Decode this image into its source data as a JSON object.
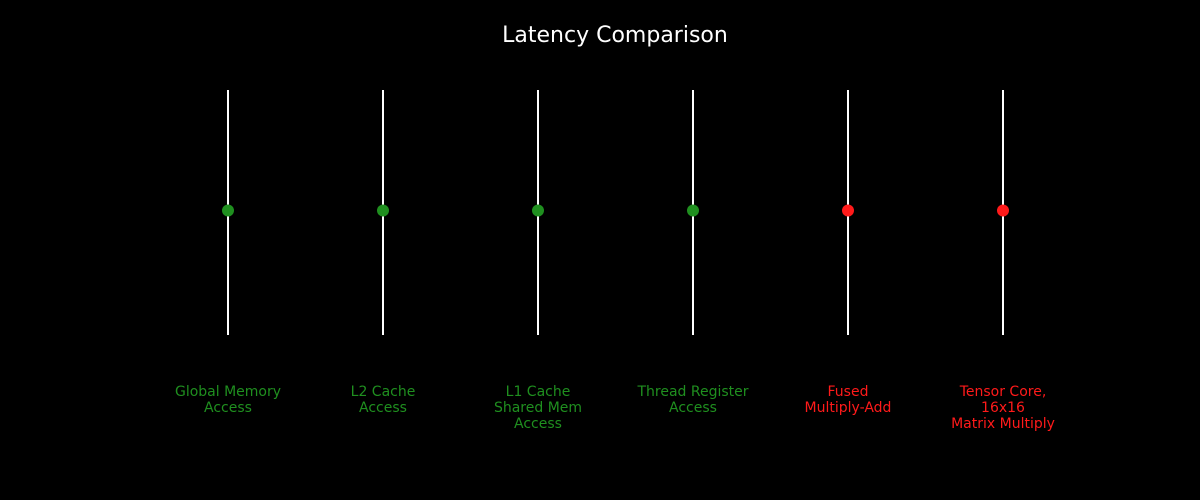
{
  "chart_data": {
    "type": "scatter",
    "title": "Latency Comparison",
    "xlabel": "",
    "ylabel": "",
    "grid": false,
    "colors": {
      "background": "#000000",
      "title": "#ffffff",
      "line": "#ffffff",
      "green": "#1f8f1f",
      "red": "#ff1a1a"
    },
    "points": [
      {
        "label_lines": [
          "Global Memory",
          "Access"
        ],
        "color": "green",
        "level": 0.5
      },
      {
        "label_lines": [
          "L2 Cache",
          "Access"
        ],
        "color": "green",
        "level": 0.5
      },
      {
        "label_lines": [
          "L1 Cache",
          "Shared Mem",
          "Access"
        ],
        "color": "green",
        "level": 0.5
      },
      {
        "label_lines": [
          "Thread Register",
          "Access"
        ],
        "color": "green",
        "level": 0.5
      },
      {
        "label_lines": [
          "Fused",
          "Multiply-Add"
        ],
        "color": "red",
        "level": 0.5
      },
      {
        "label_lines": [
          "Tensor Core,",
          "16x16",
          "Matrix Multiply"
        ],
        "color": "red",
        "level": 0.5
      }
    ]
  }
}
